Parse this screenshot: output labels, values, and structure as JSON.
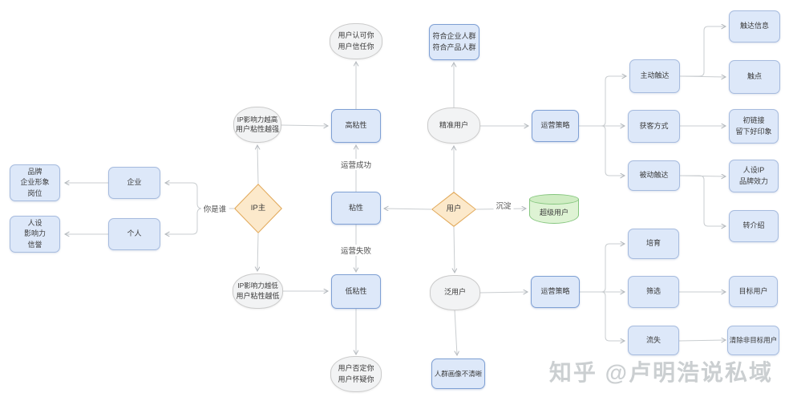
{
  "diagram": {
    "nodes": [
      {
        "id": "brand",
        "shape": "rect",
        "color": "blue",
        "lines": [
          "品牌",
          "企业形象",
          "岗位"
        ]
      },
      {
        "id": "enterprise",
        "shape": "rect",
        "color": "blue",
        "lines": [
          "企业"
        ]
      },
      {
        "id": "persona",
        "shape": "rect",
        "color": "blue",
        "lines": [
          "人设",
          "影响力",
          "信誉"
        ]
      },
      {
        "id": "personal",
        "shape": "rect",
        "color": "blue",
        "lines": [
          "个人"
        ]
      },
      {
        "id": "ip-owner",
        "shape": "diamond",
        "color": "orange",
        "lines": [
          "IP主"
        ]
      },
      {
        "id": "influence-high",
        "shape": "ellipse",
        "color": "grey",
        "lines": [
          "IP影响力越高",
          "用户粘性越强"
        ]
      },
      {
        "id": "influence-low",
        "shape": "ellipse",
        "color": "grey",
        "lines": [
          "IP影响力越低",
          "用户粘性越低"
        ]
      },
      {
        "id": "user-approve",
        "shape": "ellipse",
        "color": "grey",
        "lines": [
          "用户认可你",
          "用户信任你"
        ]
      },
      {
        "id": "user-deny",
        "shape": "ellipse",
        "color": "grey",
        "lines": [
          "用户否定你",
          "用户怀疑你"
        ]
      },
      {
        "id": "high-stickiness",
        "shape": "rect",
        "color": "blue-strong",
        "lines": [
          "高粘性"
        ]
      },
      {
        "id": "stickiness",
        "shape": "rect",
        "color": "blue-strong",
        "lines": [
          "粘性"
        ]
      },
      {
        "id": "low-stickiness",
        "shape": "rect",
        "color": "blue-strong",
        "lines": [
          "低粘性"
        ]
      },
      {
        "id": "fit-crowd",
        "shape": "rect",
        "color": "blue-strong",
        "lines": [
          "符合企业人群",
          "符合产品人群"
        ]
      },
      {
        "id": "precise-users",
        "shape": "ellipse",
        "color": "grey",
        "lines": [
          "精准用户"
        ]
      },
      {
        "id": "user",
        "shape": "diamond",
        "color": "orange",
        "lines": [
          "用户"
        ]
      },
      {
        "id": "general-users",
        "shape": "ellipse",
        "color": "grey",
        "lines": [
          "泛用户"
        ]
      },
      {
        "id": "unclear-portrait",
        "shape": "rect",
        "color": "blue-strong",
        "lines": [
          "人群画像不清晰"
        ]
      },
      {
        "id": "super-users",
        "shape": "cylinder",
        "color": "green",
        "lines": [
          "超级用户"
        ]
      },
      {
        "id": "strategy-top",
        "shape": "rect",
        "color": "blue-strong",
        "lines": [
          "运营策略"
        ]
      },
      {
        "id": "strategy-bottom",
        "shape": "rect",
        "color": "blue-strong",
        "lines": [
          "运营策略"
        ]
      },
      {
        "id": "active-reach",
        "shape": "rect",
        "color": "blue",
        "lines": [
          "主动触达"
        ]
      },
      {
        "id": "acquisition",
        "shape": "rect",
        "color": "blue",
        "lines": [
          "获客方式"
        ]
      },
      {
        "id": "passive-reach",
        "shape": "rect",
        "color": "blue",
        "lines": [
          "被动触达"
        ]
      },
      {
        "id": "cultivate",
        "shape": "rect",
        "color": "blue",
        "lines": [
          "培育"
        ]
      },
      {
        "id": "filter",
        "shape": "rect",
        "color": "blue",
        "lines": [
          "筛选"
        ]
      },
      {
        "id": "churn",
        "shape": "rect",
        "color": "blue",
        "lines": [
          "流失"
        ]
      },
      {
        "id": "reach-info",
        "shape": "rect",
        "color": "blue",
        "lines": [
          "触达信息"
        ]
      },
      {
        "id": "touchpoint",
        "shape": "rect",
        "color": "blue",
        "lines": [
          "触点"
        ]
      },
      {
        "id": "first-impression",
        "shape": "rect",
        "color": "blue",
        "lines": [
          "初链接",
          "留下好印象"
        ]
      },
      {
        "id": "ip-brand-effect",
        "shape": "rect",
        "color": "blue",
        "lines": [
          "人设IP",
          "品牌效力"
        ]
      },
      {
        "id": "referral",
        "shape": "rect",
        "color": "blue",
        "lines": [
          "转介绍"
        ]
      },
      {
        "id": "target-users",
        "shape": "rect",
        "color": "blue",
        "lines": [
          "目标用户"
        ]
      },
      {
        "id": "remove-non-target",
        "shape": "rect",
        "color": "blue",
        "lines": [
          "清除非目标用户"
        ]
      }
    ],
    "edge_labels": [
      {
        "id": "who-are-you",
        "text": "你是谁"
      },
      {
        "id": "op-success",
        "text": "运营成功"
      },
      {
        "id": "op-failure",
        "text": "运营失败"
      },
      {
        "id": "settle",
        "text": "沉淀"
      }
    ],
    "colors": {
      "node_fill_blue": "#dde8f9",
      "node_border_blue": "#a6bbde",
      "node_border_blue_strong": "#7fa0d4",
      "diamond_fill": "#fce9cb",
      "diamond_border": "#e2aa5c",
      "cylinder_fill": "#def3d4",
      "cylinder_top_fill": "#cfecc3",
      "cylinder_border": "#85c67e",
      "ellipse_fill": "#f2f3f4",
      "ellipse_border": "#cbcbcb",
      "connector": "#c9cdd0",
      "text": "#3a3a3a",
      "watermark": "#c3c7ca"
    }
  },
  "watermark": "知乎 @卢明浩说私域"
}
